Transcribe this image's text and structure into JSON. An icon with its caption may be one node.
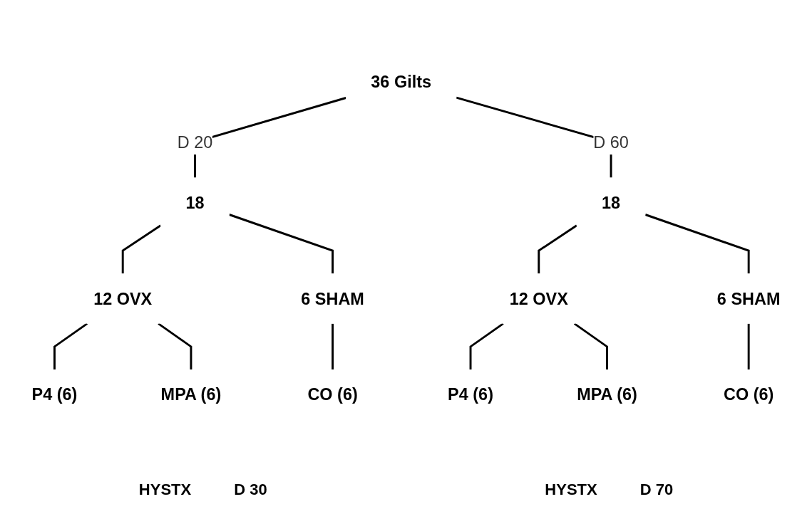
{
  "diagram": {
    "nodes": [
      {
        "text": [
          "36 Gilts"
        ]
      },
      {
        "text": [
          "18"
        ]
      },
      {
        "text": [
          "18"
        ]
      },
      {
        "text": [
          "12 OVX"
        ]
      },
      {
        "text": [
          "6 SHAM"
        ]
      },
      {
        "text": [
          "12 OVX"
        ]
      },
      {
        "text": [
          "6 SHAM"
        ]
      },
      {
        "text": [
          "P4 (6)"
        ]
      },
      {
        "text": [
          "MPA (6)"
        ]
      },
      {
        "text": [
          "CO (6)"
        ]
      },
      {
        "text": [
          "P4 (6)"
        ]
      },
      {
        "text": [
          "MPA (6)"
        ]
      },
      {
        "text": [
          "CO (6)"
        ]
      }
    ],
    "edges": [
      {
        "from": 0,
        "to": 1,
        "arrow": "none",
        "label": "D 20"
      },
      {
        "from": 0,
        "to": 2,
        "arrow": "none",
        "label": "D 60"
      },
      {
        "from": 1,
        "to": 3,
        "arrow": "none"
      },
      {
        "from": 1,
        "to": 4,
        "arrow": "none"
      },
      {
        "from": 2,
        "to": 5,
        "arrow": "none"
      },
      {
        "from": 2,
        "to": 6,
        "arrow": "none"
      },
      {
        "from": 3,
        "to": 7,
        "arrow": "none"
      },
      {
        "from": 3,
        "to": 8,
        "arrow": "none"
      },
      {
        "from": 4,
        "to": 9,
        "arrow": "none"
      },
      {
        "from": 5,
        "to": 10,
        "arrow": "none"
      },
      {
        "from": 5,
        "to": 11,
        "arrow": "none"
      },
      {
        "from": 6,
        "to": 12,
        "arrow": "none"
      }
    ],
    "labels": [
      "HYSTX",
      "D 30",
      "HYSTX",
      "D 70"
    ]
  }
}
